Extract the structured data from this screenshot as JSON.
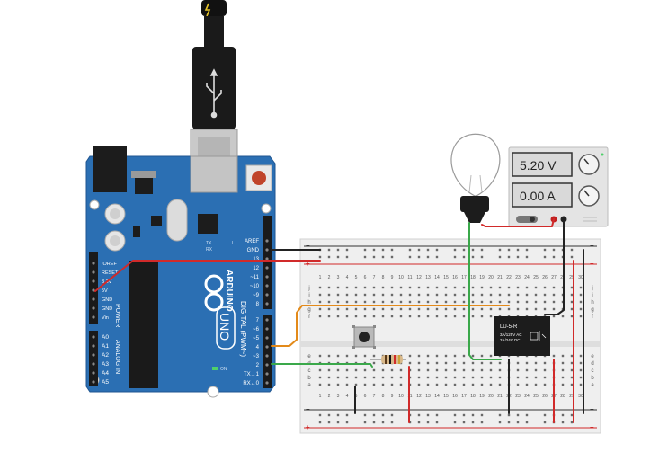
{
  "arduino": {
    "brand": "ARDUINO",
    "model": "UNO",
    "header_power_labels": [
      "IOREF",
      "RESET",
      "3.3V",
      "5V",
      "GND",
      "GND",
      "Vin"
    ],
    "header_analog_labels": [
      "A0",
      "A1",
      "A2",
      "A3",
      "A4",
      "A5"
    ],
    "power_section": "POWER",
    "analog_section": "ANALOG IN",
    "digital_top_labels": [
      "AREF",
      "GND",
      "13",
      "12",
      "~11",
      "~10",
      "~9",
      "8"
    ],
    "digital_bottom_labels": [
      "7",
      "~6",
      "~5",
      "4",
      "~3",
      "2",
      "TX→1",
      "RX←0"
    ],
    "digital_section": "DIGITAL (PWM~)",
    "led_labels": [
      "TX",
      "RX",
      "L"
    ],
    "on_label": "ON"
  },
  "power_supply": {
    "voltage_reading": "5.20 V",
    "current_reading": "0.00 A"
  },
  "relay": {
    "model": "LU-5-R",
    "rating_ac": "3A/125V AC",
    "rating_dc": "3A/24V  DC"
  },
  "breadboard": {
    "rail_minus": "−",
    "rail_plus": "+",
    "column_numbers": [
      "1",
      "2",
      "3",
      "4",
      "5",
      "6",
      "7",
      "8",
      "9",
      "10",
      "11",
      "12",
      "13",
      "14",
      "15",
      "16",
      "17",
      "18",
      "19",
      "20",
      "21",
      "22",
      "23",
      "24",
      "25",
      "26",
      "27",
      "28",
      "29",
      "30"
    ],
    "row_letters_top": [
      "j",
      "i",
      "h",
      "g",
      "f"
    ],
    "row_letters_bottom": [
      "e",
      "d",
      "c",
      "b",
      "a"
    ]
  },
  "colors": {
    "arduino_board": "#2a6db0",
    "wire_red": "#d12a2a",
    "wire_black": "#222222",
    "wire_green": "#3aa84a",
    "wire_orange": "#e38a1a",
    "breadboard": "#eeeeee"
  }
}
